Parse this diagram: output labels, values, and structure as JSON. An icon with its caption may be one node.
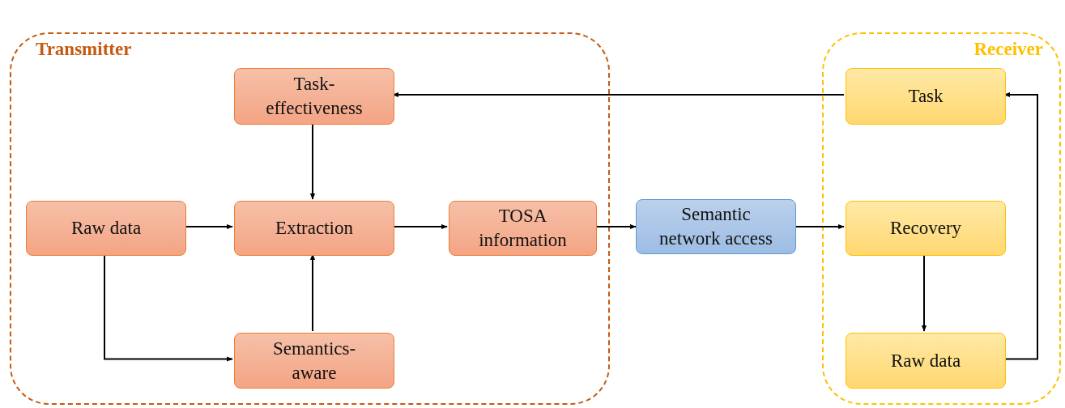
{
  "diagram": {
    "nodes": [
      {
        "text": [
          "Transmitter"
        ]
      },
      {
        "text": [
          "Task-effectiveness"
        ],
        "in": 0
      },
      {
        "text": [
          "Raw data"
        ],
        "in": 0
      },
      {
        "text": [
          "Extraction"
        ],
        "in": 0
      },
      {
        "text": [
          "TOSA information"
        ],
        "in": 0
      },
      {
        "text": [
          "Semantics-aware"
        ],
        "in": 0
      },
      {
        "text": [
          "Semantic network access"
        ]
      },
      {
        "text": [
          "Receiver"
        ]
      },
      {
        "text": [
          "Task"
        ],
        "in": 7
      },
      {
        "text": [
          "Recovery"
        ],
        "in": 7
      },
      {
        "text": [
          "Raw data"
        ],
        "in": 7
      }
    ],
    "edges": [
      {
        "from": 1,
        "to": 3,
        "arrow": "to"
      },
      {
        "from": 2,
        "to": 3,
        "arrow": "to"
      },
      {
        "from": 5,
        "to": 3,
        "arrow": "to"
      },
      {
        "from": 2,
        "to": 5,
        "arrow": "to"
      },
      {
        "from": 3,
        "to": 4,
        "arrow": "to"
      },
      {
        "from": 4,
        "to": 6,
        "arrow": "to"
      },
      {
        "from": 6,
        "to": 9,
        "arrow": "to"
      },
      {
        "from": 9,
        "to": 10,
        "arrow": "to"
      },
      {
        "from": 10,
        "to": 8,
        "arrow": "to"
      },
      {
        "from": 8,
        "to": 1,
        "arrow": "to"
      }
    ]
  }
}
